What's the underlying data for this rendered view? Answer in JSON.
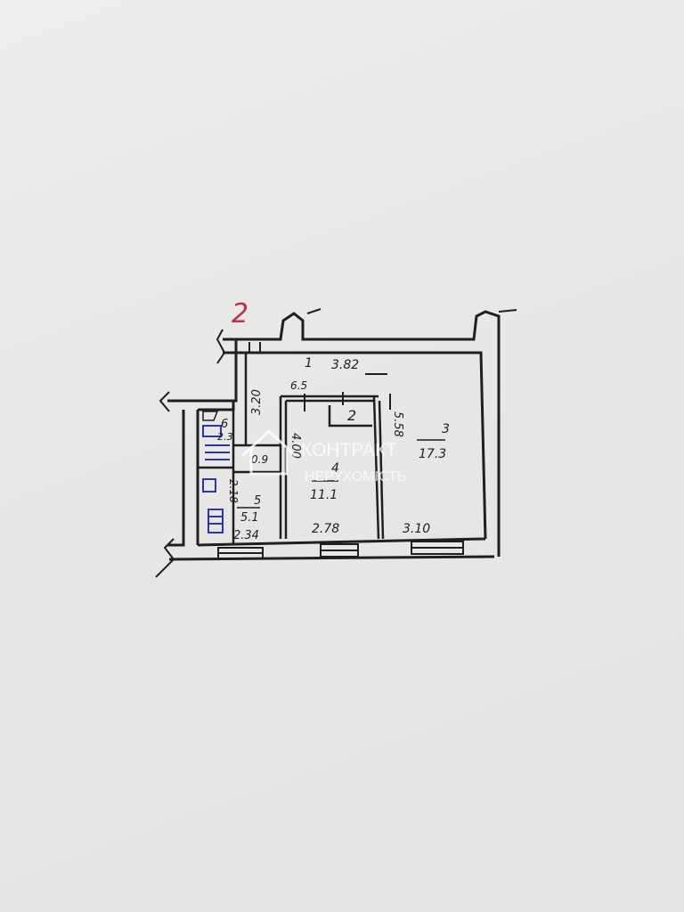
{
  "sheet": {
    "mark": "2"
  },
  "rooms": [
    {
      "number": "1",
      "area": "6.5",
      "dims": [
        "3.82",
        "3.20"
      ]
    },
    {
      "number": "2"
    },
    {
      "number": "3",
      "area": "17.3",
      "dims": [
        "3.10",
        "5.58"
      ]
    },
    {
      "number": "4",
      "area": "11.1",
      "dims": [
        "2.78",
        "4.00"
      ]
    },
    {
      "number": "5",
      "area": "5.1",
      "dims": [
        "2.34",
        "2.18"
      ]
    },
    {
      "number": "6",
      "area": "0.9",
      "dims": [
        "2.3"
      ]
    }
  ],
  "watermark": {
    "line1": "КОНТРАКТ",
    "line2": "НЕРУХОМІСТЬ"
  },
  "colors": {
    "ink": "#1f1f1f",
    "mark_red": "#c0304d",
    "fixtures_blue": "#2a35b5"
  }
}
